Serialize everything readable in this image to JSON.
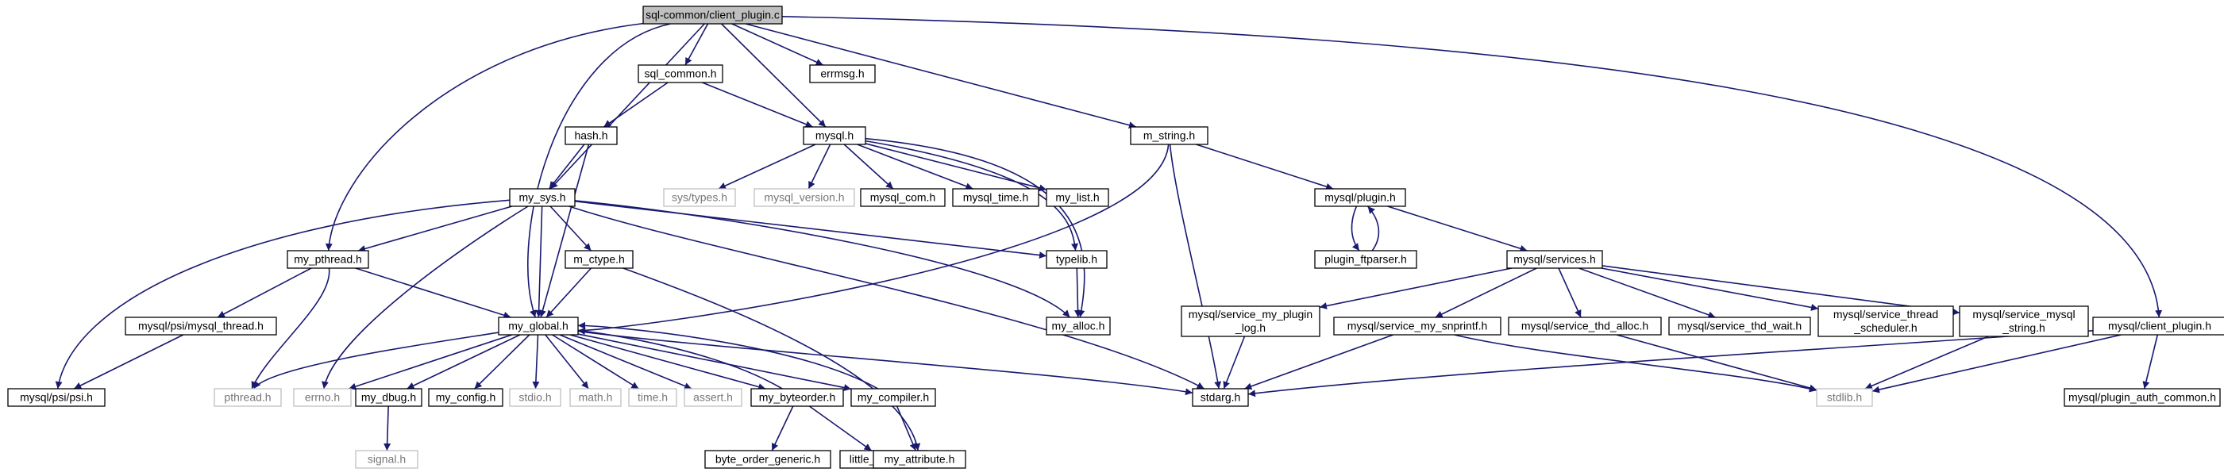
{
  "diagram": {
    "colors": {
      "edge": "#191970",
      "box": "#000000",
      "external_box": "#bfbfbf",
      "root_fill": "#bfbfbf"
    },
    "nodes": [
      {
        "id": "client_plugin_c",
        "lines": [
          "sql-common/client_plugin.c"
        ],
        "style": "root"
      },
      {
        "id": "sql_common_h",
        "lines": [
          "sql_common.h"
        ],
        "style": "normal"
      },
      {
        "id": "errmsg_h",
        "lines": [
          "errmsg.h"
        ],
        "style": "normal"
      },
      {
        "id": "hash_h",
        "lines": [
          "hash.h"
        ],
        "style": "normal"
      },
      {
        "id": "mysql_h",
        "lines": [
          "mysql.h"
        ],
        "style": "normal"
      },
      {
        "id": "m_string_h",
        "lines": [
          "m_string.h"
        ],
        "style": "normal"
      },
      {
        "id": "my_sys_h",
        "lines": [
          "my_sys.h"
        ],
        "style": "normal"
      },
      {
        "id": "sys_types_h",
        "lines": [
          "sys/types.h"
        ],
        "style": "external"
      },
      {
        "id": "mysql_version_h",
        "lines": [
          "mysql_version.h"
        ],
        "style": "external"
      },
      {
        "id": "mysql_com_h",
        "lines": [
          "mysql_com.h"
        ],
        "style": "normal"
      },
      {
        "id": "mysql_time_h",
        "lines": [
          "mysql_time.h"
        ],
        "style": "normal"
      },
      {
        "id": "my_list_h",
        "lines": [
          "my_list.h"
        ],
        "style": "normal"
      },
      {
        "id": "mysql_plugin_h",
        "lines": [
          "mysql/plugin.h"
        ],
        "style": "normal"
      },
      {
        "id": "plugin_ftparser_h",
        "lines": [
          "plugin_ftparser.h"
        ],
        "style": "normal"
      },
      {
        "id": "my_pthread_h",
        "lines": [
          "my_pthread.h"
        ],
        "style": "normal"
      },
      {
        "id": "m_ctype_h",
        "lines": [
          "m_ctype.h"
        ],
        "style": "normal"
      },
      {
        "id": "typelib_h",
        "lines": [
          "typelib.h"
        ],
        "style": "normal"
      },
      {
        "id": "mysql_services_h",
        "lines": [
          "mysql/services.h"
        ],
        "style": "normal"
      },
      {
        "id": "psi_mysql_thread_h",
        "lines": [
          "mysql/psi/mysql_thread.h"
        ],
        "style": "normal"
      },
      {
        "id": "my_alloc_h",
        "lines": [
          "my_alloc.h"
        ],
        "style": "normal"
      },
      {
        "id": "svc_plugin_log_h",
        "lines": [
          "mysql/service_my_plugin",
          "_log.h"
        ],
        "style": "normal"
      },
      {
        "id": "svc_snprintf_h",
        "lines": [
          "mysql/service_my_snprintf.h"
        ],
        "style": "normal"
      },
      {
        "id": "svc_thd_alloc_h",
        "lines": [
          "mysql/service_thd_alloc.h"
        ],
        "style": "normal"
      },
      {
        "id": "svc_thd_wait_h",
        "lines": [
          "mysql/service_thd_wait.h"
        ],
        "style": "normal"
      },
      {
        "id": "svc_thread_sched_h",
        "lines": [
          "mysql/service_thread",
          "_scheduler.h"
        ],
        "style": "normal"
      },
      {
        "id": "svc_mysql_string_h",
        "lines": [
          "mysql/service_mysql",
          "_string.h"
        ],
        "style": "normal"
      },
      {
        "id": "mysql_client_plugin_h",
        "lines": [
          "mysql/client_plugin.h"
        ],
        "style": "normal"
      },
      {
        "id": "my_global_h",
        "lines": [
          "my_global.h"
        ],
        "style": "normal"
      },
      {
        "id": "psi_h",
        "lines": [
          "mysql/psi/psi.h"
        ],
        "style": "normal"
      },
      {
        "id": "pthread_h",
        "lines": [
          "pthread.h"
        ],
        "style": "external"
      },
      {
        "id": "errno_h",
        "lines": [
          "errno.h"
        ],
        "style": "external"
      },
      {
        "id": "my_dbug_h",
        "lines": [
          "my_dbug.h"
        ],
        "style": "normal"
      },
      {
        "id": "my_config_h",
        "lines": [
          "my_config.h"
        ],
        "style": "normal"
      },
      {
        "id": "stdio_h",
        "lines": [
          "stdio.h"
        ],
        "style": "external"
      },
      {
        "id": "math_h",
        "lines": [
          "math.h"
        ],
        "style": "external"
      },
      {
        "id": "time_h",
        "lines": [
          "time.h"
        ],
        "style": "external"
      },
      {
        "id": "assert_h",
        "lines": [
          "assert.h"
        ],
        "style": "external"
      },
      {
        "id": "my_byteorder_h",
        "lines": [
          "my_byteorder.h"
        ],
        "style": "normal"
      },
      {
        "id": "my_compiler_h",
        "lines": [
          "my_compiler.h"
        ],
        "style": "normal"
      },
      {
        "id": "stdarg_h",
        "lines": [
          "stdarg.h"
        ],
        "style": "normal"
      },
      {
        "id": "stdlib_h",
        "lines": [
          "stdlib.h"
        ],
        "style": "external"
      },
      {
        "id": "plugin_auth_common_h",
        "lines": [
          "mysql/plugin_auth_common.h"
        ],
        "style": "normal"
      },
      {
        "id": "signal_h",
        "lines": [
          "signal.h"
        ],
        "style": "external"
      },
      {
        "id": "byte_order_generic_h",
        "lines": [
          "byte_order_generic.h"
        ],
        "style": "normal"
      },
      {
        "id": "little_endian_h",
        "lines": [
          "little_endian.h"
        ],
        "style": "normal"
      },
      {
        "id": "my_attribute_h",
        "lines": [
          "my_attribute.h"
        ],
        "style": "normal"
      }
    ],
    "edges": [
      [
        "client_plugin_c",
        "sql_common_h"
      ],
      [
        "client_plugin_c",
        "errmsg_h"
      ],
      [
        "client_plugin_c",
        "mysql_h"
      ],
      [
        "client_plugin_c",
        "m_string_h"
      ],
      [
        "client_plugin_c",
        "my_sys_h"
      ],
      [
        "client_plugin_c",
        "my_pthread_h"
      ],
      [
        "client_plugin_c",
        "my_global_h"
      ],
      [
        "client_plugin_c",
        "mysql_client_plugin_h"
      ],
      [
        "sql_common_h",
        "hash_h"
      ],
      [
        "sql_common_h",
        "mysql_h"
      ],
      [
        "hash_h",
        "my_sys_h"
      ],
      [
        "hash_h",
        "my_global_h"
      ],
      [
        "mysql_h",
        "sys_types_h"
      ],
      [
        "mysql_h",
        "mysql_version_h"
      ],
      [
        "mysql_h",
        "mysql_com_h"
      ],
      [
        "mysql_h",
        "mysql_time_h"
      ],
      [
        "mysql_h",
        "my_list_h"
      ],
      [
        "mysql_h",
        "typelib_h"
      ],
      [
        "mysql_h",
        "my_alloc_h"
      ],
      [
        "m_string_h",
        "mysql_plugin_h"
      ],
      [
        "m_string_h",
        "stdarg_h"
      ],
      [
        "m_string_h",
        "my_global_h"
      ],
      [
        "my_sys_h",
        "my_pthread_h"
      ],
      [
        "my_sys_h",
        "m_ctype_h"
      ],
      [
        "my_sys_h",
        "typelib_h"
      ],
      [
        "my_sys_h",
        "my_alloc_h"
      ],
      [
        "my_sys_h",
        "psi_h"
      ],
      [
        "my_sys_h",
        "errno_h"
      ],
      [
        "my_sys_h",
        "stdarg_h"
      ],
      [
        "my_sys_h",
        "my_global_h"
      ],
      [
        "mysql_plugin_h",
        "plugin_ftparser_h"
      ],
      [
        "plugin_ftparser_h",
        "mysql_plugin_h"
      ],
      [
        "mysql_plugin_h",
        "mysql_services_h"
      ],
      [
        "my_pthread_h",
        "psi_mysql_thread_h"
      ],
      [
        "my_pthread_h",
        "pthread_h"
      ],
      [
        "my_pthread_h",
        "my_global_h"
      ],
      [
        "m_ctype_h",
        "my_global_h"
      ],
      [
        "m_ctype_h",
        "my_attribute_h"
      ],
      [
        "typelib_h",
        "my_alloc_h"
      ],
      [
        "mysql_services_h",
        "svc_plugin_log_h"
      ],
      [
        "mysql_services_h",
        "svc_snprintf_h"
      ],
      [
        "mysql_services_h",
        "svc_thd_alloc_h"
      ],
      [
        "mysql_services_h",
        "svc_thd_wait_h"
      ],
      [
        "mysql_services_h",
        "svc_thread_sched_h"
      ],
      [
        "mysql_services_h",
        "svc_mysql_string_h"
      ],
      [
        "psi_mysql_thread_h",
        "psi_h"
      ],
      [
        "svc_plugin_log_h",
        "stdarg_h"
      ],
      [
        "svc_snprintf_h",
        "stdarg_h"
      ],
      [
        "svc_snprintf_h",
        "stdlib_h"
      ],
      [
        "svc_thd_alloc_h",
        "stdlib_h"
      ],
      [
        "svc_mysql_string_h",
        "stdlib_h"
      ],
      [
        "mysql_client_plugin_h",
        "stdarg_h"
      ],
      [
        "mysql_client_plugin_h",
        "stdlib_h"
      ],
      [
        "mysql_client_plugin_h",
        "plugin_auth_common_h"
      ],
      [
        "my_global_h",
        "pthread_h"
      ],
      [
        "my_global_h",
        "errno_h"
      ],
      [
        "my_global_h",
        "my_dbug_h"
      ],
      [
        "my_global_h",
        "my_config_h"
      ],
      [
        "my_global_h",
        "stdio_h"
      ],
      [
        "my_global_h",
        "math_h"
      ],
      [
        "my_global_h",
        "time_h"
      ],
      [
        "my_global_h",
        "assert_h"
      ],
      [
        "my_global_h",
        "my_byteorder_h"
      ],
      [
        "my_global_h",
        "my_compiler_h"
      ],
      [
        "my_global_h",
        "stdarg_h"
      ],
      [
        "my_byteorder_h",
        "my_global_h"
      ],
      [
        "my_compiler_h",
        "my_global_h"
      ],
      [
        "my_dbug_h",
        "signal_h"
      ],
      [
        "my_byteorder_h",
        "byte_order_generic_h"
      ],
      [
        "my_byteorder_h",
        "little_endian_h"
      ],
      [
        "my_compiler_h",
        "my_attribute_h"
      ]
    ]
  }
}
